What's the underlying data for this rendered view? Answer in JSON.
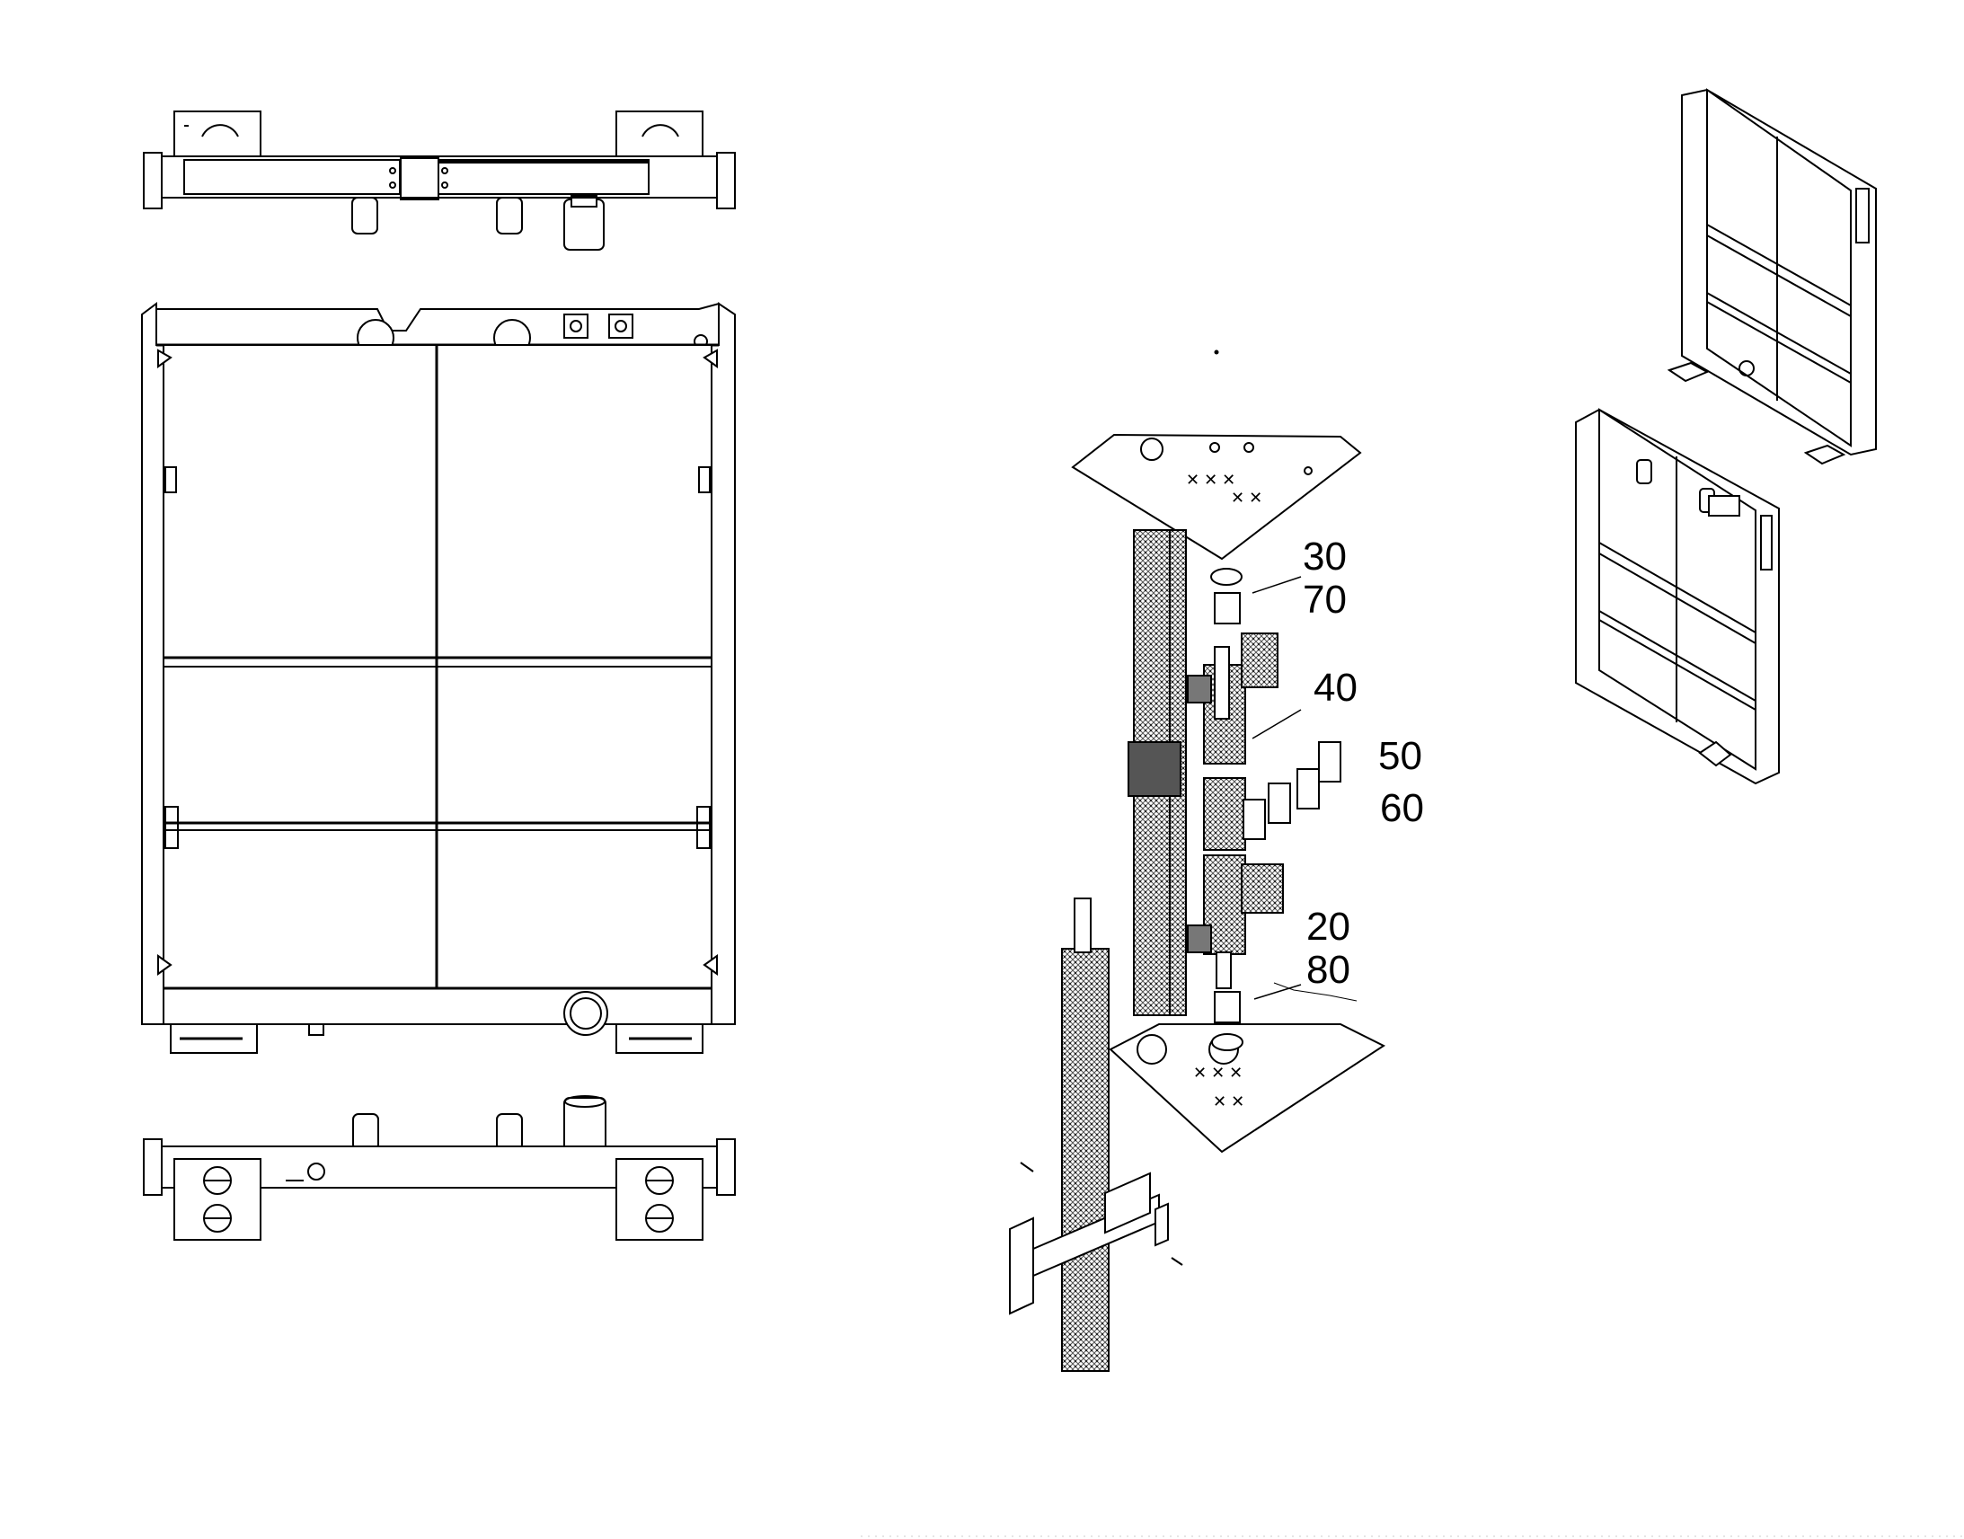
{
  "drawing": {
    "ink_color": "#000000",
    "fill_light": "#f2f2f2",
    "fill_core": "#9a9a9a",
    "background": "#ffffff"
  },
  "callouts": {
    "c30": "30",
    "c70": "70",
    "c40": "40",
    "c50": "50",
    "c60": "60",
    "c20": "20",
    "c80": "80"
  }
}
